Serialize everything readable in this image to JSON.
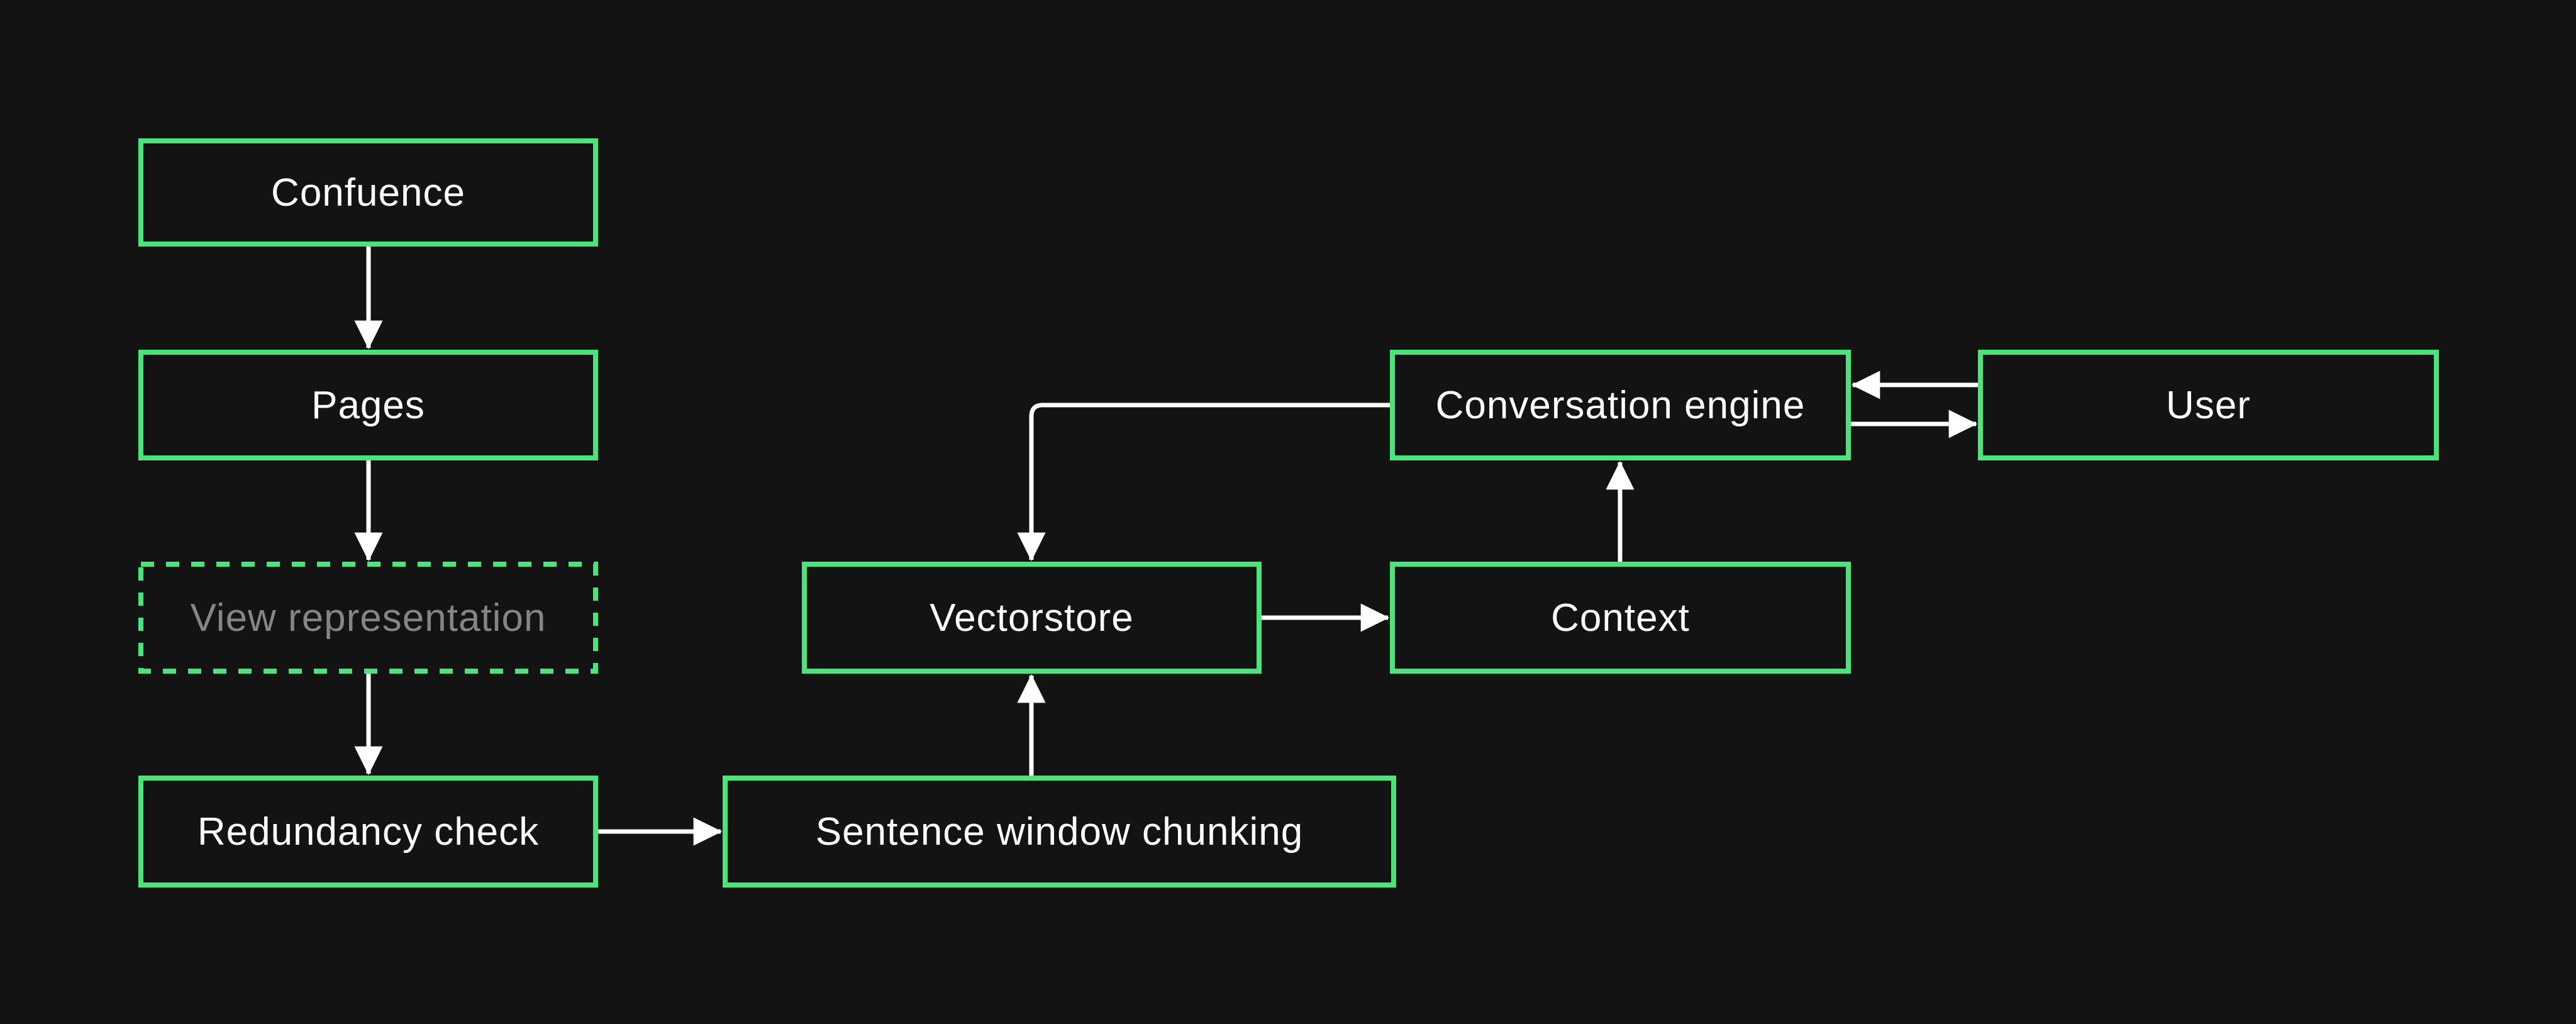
{
  "diagram": {
    "type": "flowchart",
    "background_color": "#131313",
    "node_border_color": "#47e57c",
    "arrow_color": "#ffffff",
    "node_text_color": "#ffffff",
    "muted_node_text_color": "#858585",
    "nodes": [
      {
        "id": "confluence",
        "label": "Confuence",
        "border": "solid"
      },
      {
        "id": "pages",
        "label": "Pages",
        "border": "solid"
      },
      {
        "id": "view-representation",
        "label": "View representation",
        "border": "dashed",
        "muted": true
      },
      {
        "id": "redundancy-check",
        "label": "Redundancy check",
        "border": "solid"
      },
      {
        "id": "sentence-window-chunking",
        "label": "Sentence window chunking",
        "border": "solid"
      },
      {
        "id": "vectorstore",
        "label": "Vectorstore",
        "border": "solid"
      },
      {
        "id": "context",
        "label": "Context",
        "border": "solid"
      },
      {
        "id": "conversation-engine",
        "label": "Conversation engine",
        "border": "solid"
      },
      {
        "id": "user",
        "label": "User",
        "border": "solid"
      }
    ],
    "edges": [
      {
        "from": "confluence",
        "to": "pages"
      },
      {
        "from": "pages",
        "to": "view-representation"
      },
      {
        "from": "view-representation",
        "to": "redundancy-check"
      },
      {
        "from": "redundancy-check",
        "to": "sentence-window-chunking"
      },
      {
        "from": "sentence-window-chunking",
        "to": "vectorstore"
      },
      {
        "from": "vectorstore",
        "to": "context"
      },
      {
        "from": "context",
        "to": "conversation-engine"
      },
      {
        "from": "conversation-engine",
        "to": "vectorstore"
      },
      {
        "from": "user",
        "to": "conversation-engine"
      },
      {
        "from": "conversation-engine",
        "to": "user"
      }
    ]
  }
}
